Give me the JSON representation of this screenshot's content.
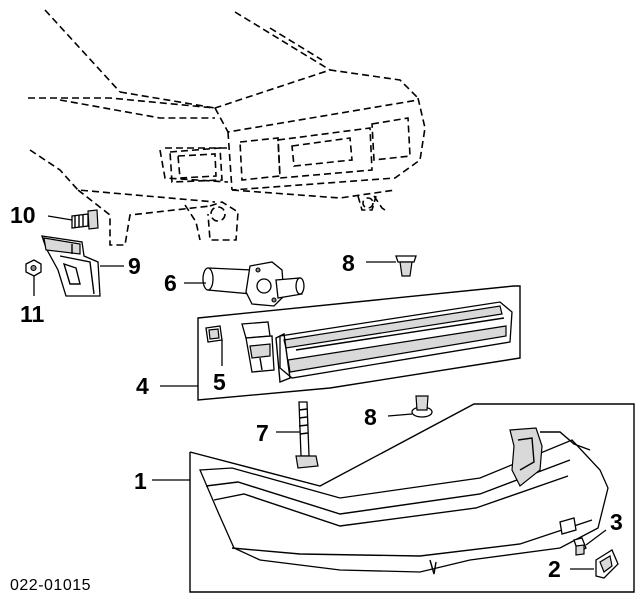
{
  "diagram_code": "022-01015",
  "callouts": {
    "c1": "1",
    "c2": "2",
    "c3": "3",
    "c4": "4",
    "c5": "5",
    "c6": "6",
    "c7": "7",
    "c8a": "8",
    "c8b": "8",
    "c9": "9",
    "c10": "10",
    "c11": "11"
  }
}
